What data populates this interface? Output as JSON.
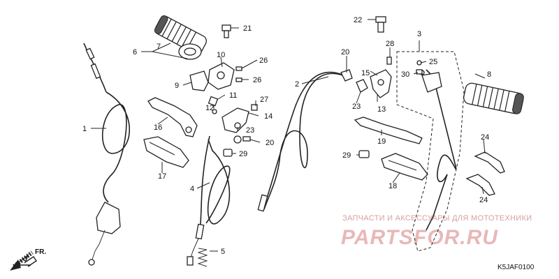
{
  "callouts": {
    "c1": "1",
    "c2": "2",
    "c3": "3",
    "c4": "4",
    "c5": "5",
    "c6": "6",
    "c7": "7",
    "c8": "8",
    "c9": "9",
    "c10": "10",
    "c11": "11",
    "c12": "12",
    "c13": "13",
    "c14": "14",
    "c15": "15",
    "c16": "16",
    "c17": "17",
    "c18": "18",
    "c19": "19",
    "c20a": "20",
    "c20b": "20",
    "c21": "21",
    "c22": "22",
    "c23a": "23",
    "c23b": "23",
    "c24a": "24",
    "c24b": "24",
    "c25": "25",
    "c26a": "26",
    "c26b": "26",
    "c27": "27",
    "c28": "28",
    "c29a": "29",
    "c29b": "29",
    "c30": "30"
  },
  "direction": {
    "label": "FR."
  },
  "diagram_code": "K5JAF0100",
  "watermark": {
    "tagline": "ЗАПЧАСТИ И АКСЕССУАРЫ ДЛЯ МОТОТЕХНИКИ",
    "logo": "PARTSFOR.RU"
  }
}
